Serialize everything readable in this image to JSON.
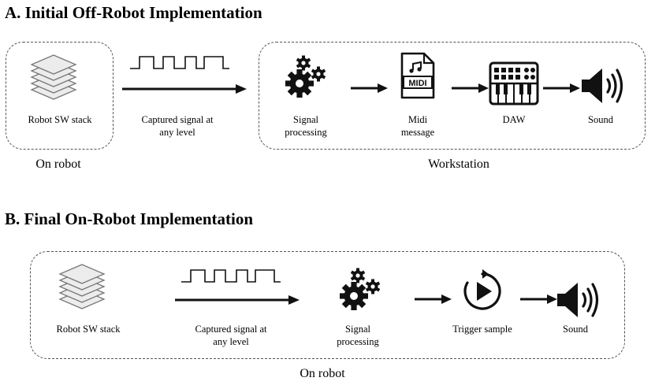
{
  "section_a": {
    "title": "A. Initial Off-Robot Implementation",
    "robot_group_label": "On robot",
    "workstation_group_label": "Workstation",
    "robot_sw_stack": "Robot SW stack",
    "signal_line1": "Captured signal at",
    "signal_line2": "any level",
    "processing_line1": "Signal",
    "processing_line2": "processing",
    "midi_line1": "Midi",
    "midi_line2": "message",
    "midi_icon_text": "MIDI",
    "daw": "DAW",
    "sound": "Sound"
  },
  "section_b": {
    "title": "B. Final On-Robot Implementation",
    "robot_group_label": "On robot",
    "robot_sw_stack": "Robot SW stack",
    "signal_line1": "Captured signal at",
    "signal_line2": "any level",
    "processing_line1": "Signal",
    "processing_line2": "processing",
    "trigger": "Trigger sample",
    "sound": "Sound"
  },
  "icons": [
    "layers-icon",
    "square-wave-icon",
    "arrow-icon",
    "gears-icon",
    "midi-file-icon",
    "daw-keyboard-icon",
    "speaker-icon",
    "replay-play-icon"
  ]
}
